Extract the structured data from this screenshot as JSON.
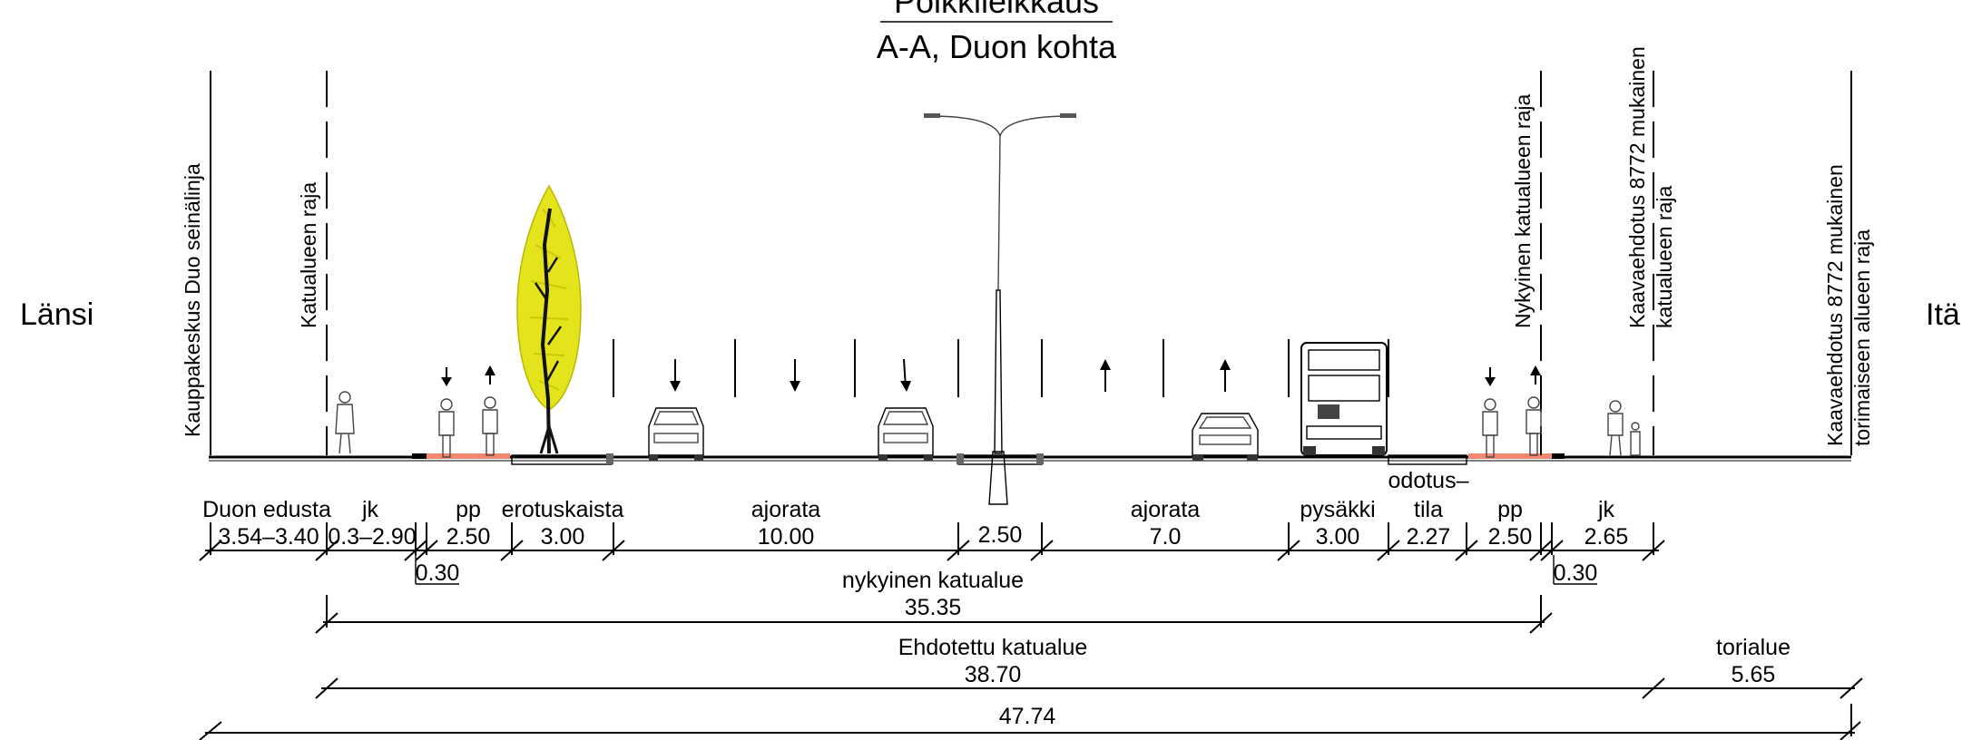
{
  "title": {
    "line1": "Poikkileikkaus",
    "line2": "A-A, Duon kohta"
  },
  "sides": {
    "west": "Länsi",
    "east": "Itä"
  },
  "vertical_lines": {
    "duo_wall": "Kauppakeskus Duo seinälinja",
    "street_boundary": "Katualueen raja",
    "current_boundary": "Nykyinen katualueen raja",
    "plan_street_1": "Kaavaehdotus 8772 mukainen",
    "plan_street_2": "katualueen raja",
    "plan_square_1": "Kaavaehdotus 8772 mukainen",
    "plan_square_2": "torimaiseen alueen raja"
  },
  "section_labels": {
    "duon_edusta": "Duon edusta",
    "jk_w": "jk",
    "pp_w": "pp",
    "erotuskaista": "erotuskaista",
    "ajorata_w": "ajorata",
    "ajorata_e": "ajorata",
    "pysakki": "pysäkki",
    "odotus_1": "odotus–",
    "odotus_2": "tila",
    "pp_e": "pp",
    "jk_e": "jk"
  },
  "dimensions": {
    "duon_edusta": "3.54–3.40",
    "jk_w": "0.3–2.90",
    "pp_w": "2.50",
    "erotuskaista": "3.00",
    "ajorata_w": "10.00",
    "median": "2.50",
    "ajorata_e": "7.0",
    "pysakki": "3.00",
    "odotustila": "2.27",
    "pp_e": "2.50",
    "jk_e": "2.65",
    "curb_w": "0.30",
    "curb_e": "0.30"
  },
  "totals": {
    "current_label": "nykyinen katualue",
    "current_value": "35.35",
    "proposed_label": "Ehdotettu katualue",
    "proposed_value": "38.70",
    "square_label": "torialue",
    "square_value": "5.65",
    "overall_value": "47.74"
  },
  "colors": {
    "line": "#000000",
    "bike_lane": "#f2866e",
    "tree": "#e4e41c"
  }
}
